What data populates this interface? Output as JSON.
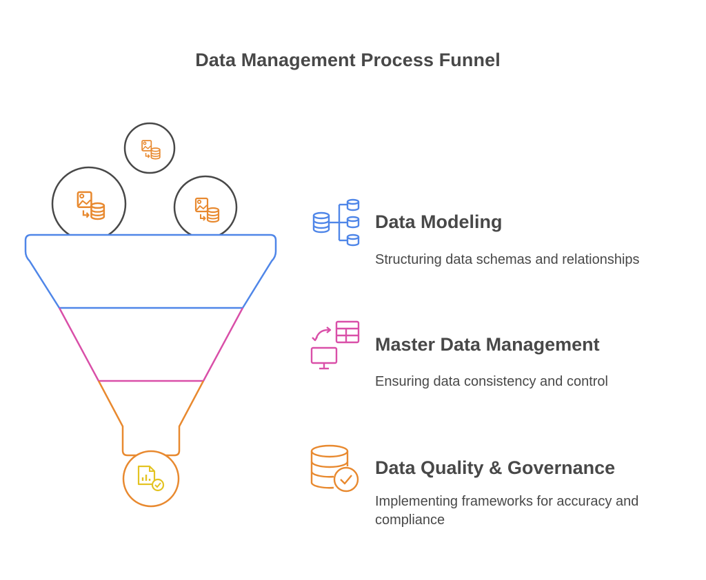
{
  "title": "Data Management Process Funnel",
  "colors": {
    "blue": "#4F86E8",
    "pink": "#D94FA8",
    "orange": "#E8892F",
    "yellow": "#E3C322",
    "green": "#5CB85C",
    "dark": "#484848"
  },
  "input_items": [
    {
      "icon": "image-to-database-icon"
    },
    {
      "icon": "image-to-database-icon"
    },
    {
      "icon": "image-to-database-icon"
    }
  ],
  "output_item": {
    "icon": "report-check-icon"
  },
  "stages": [
    {
      "icon": "database-schema-icon",
      "title": "Data Modeling",
      "description": "Structuring data schemas and relationships"
    },
    {
      "icon": "sync-table-monitor-icon",
      "title": "Master Data Management",
      "description": "Ensuring data consistency and control"
    },
    {
      "icon": "database-check-icon",
      "title": "Data Quality & Governance",
      "description": "Implementing frameworks for accuracy and compliance"
    }
  ]
}
